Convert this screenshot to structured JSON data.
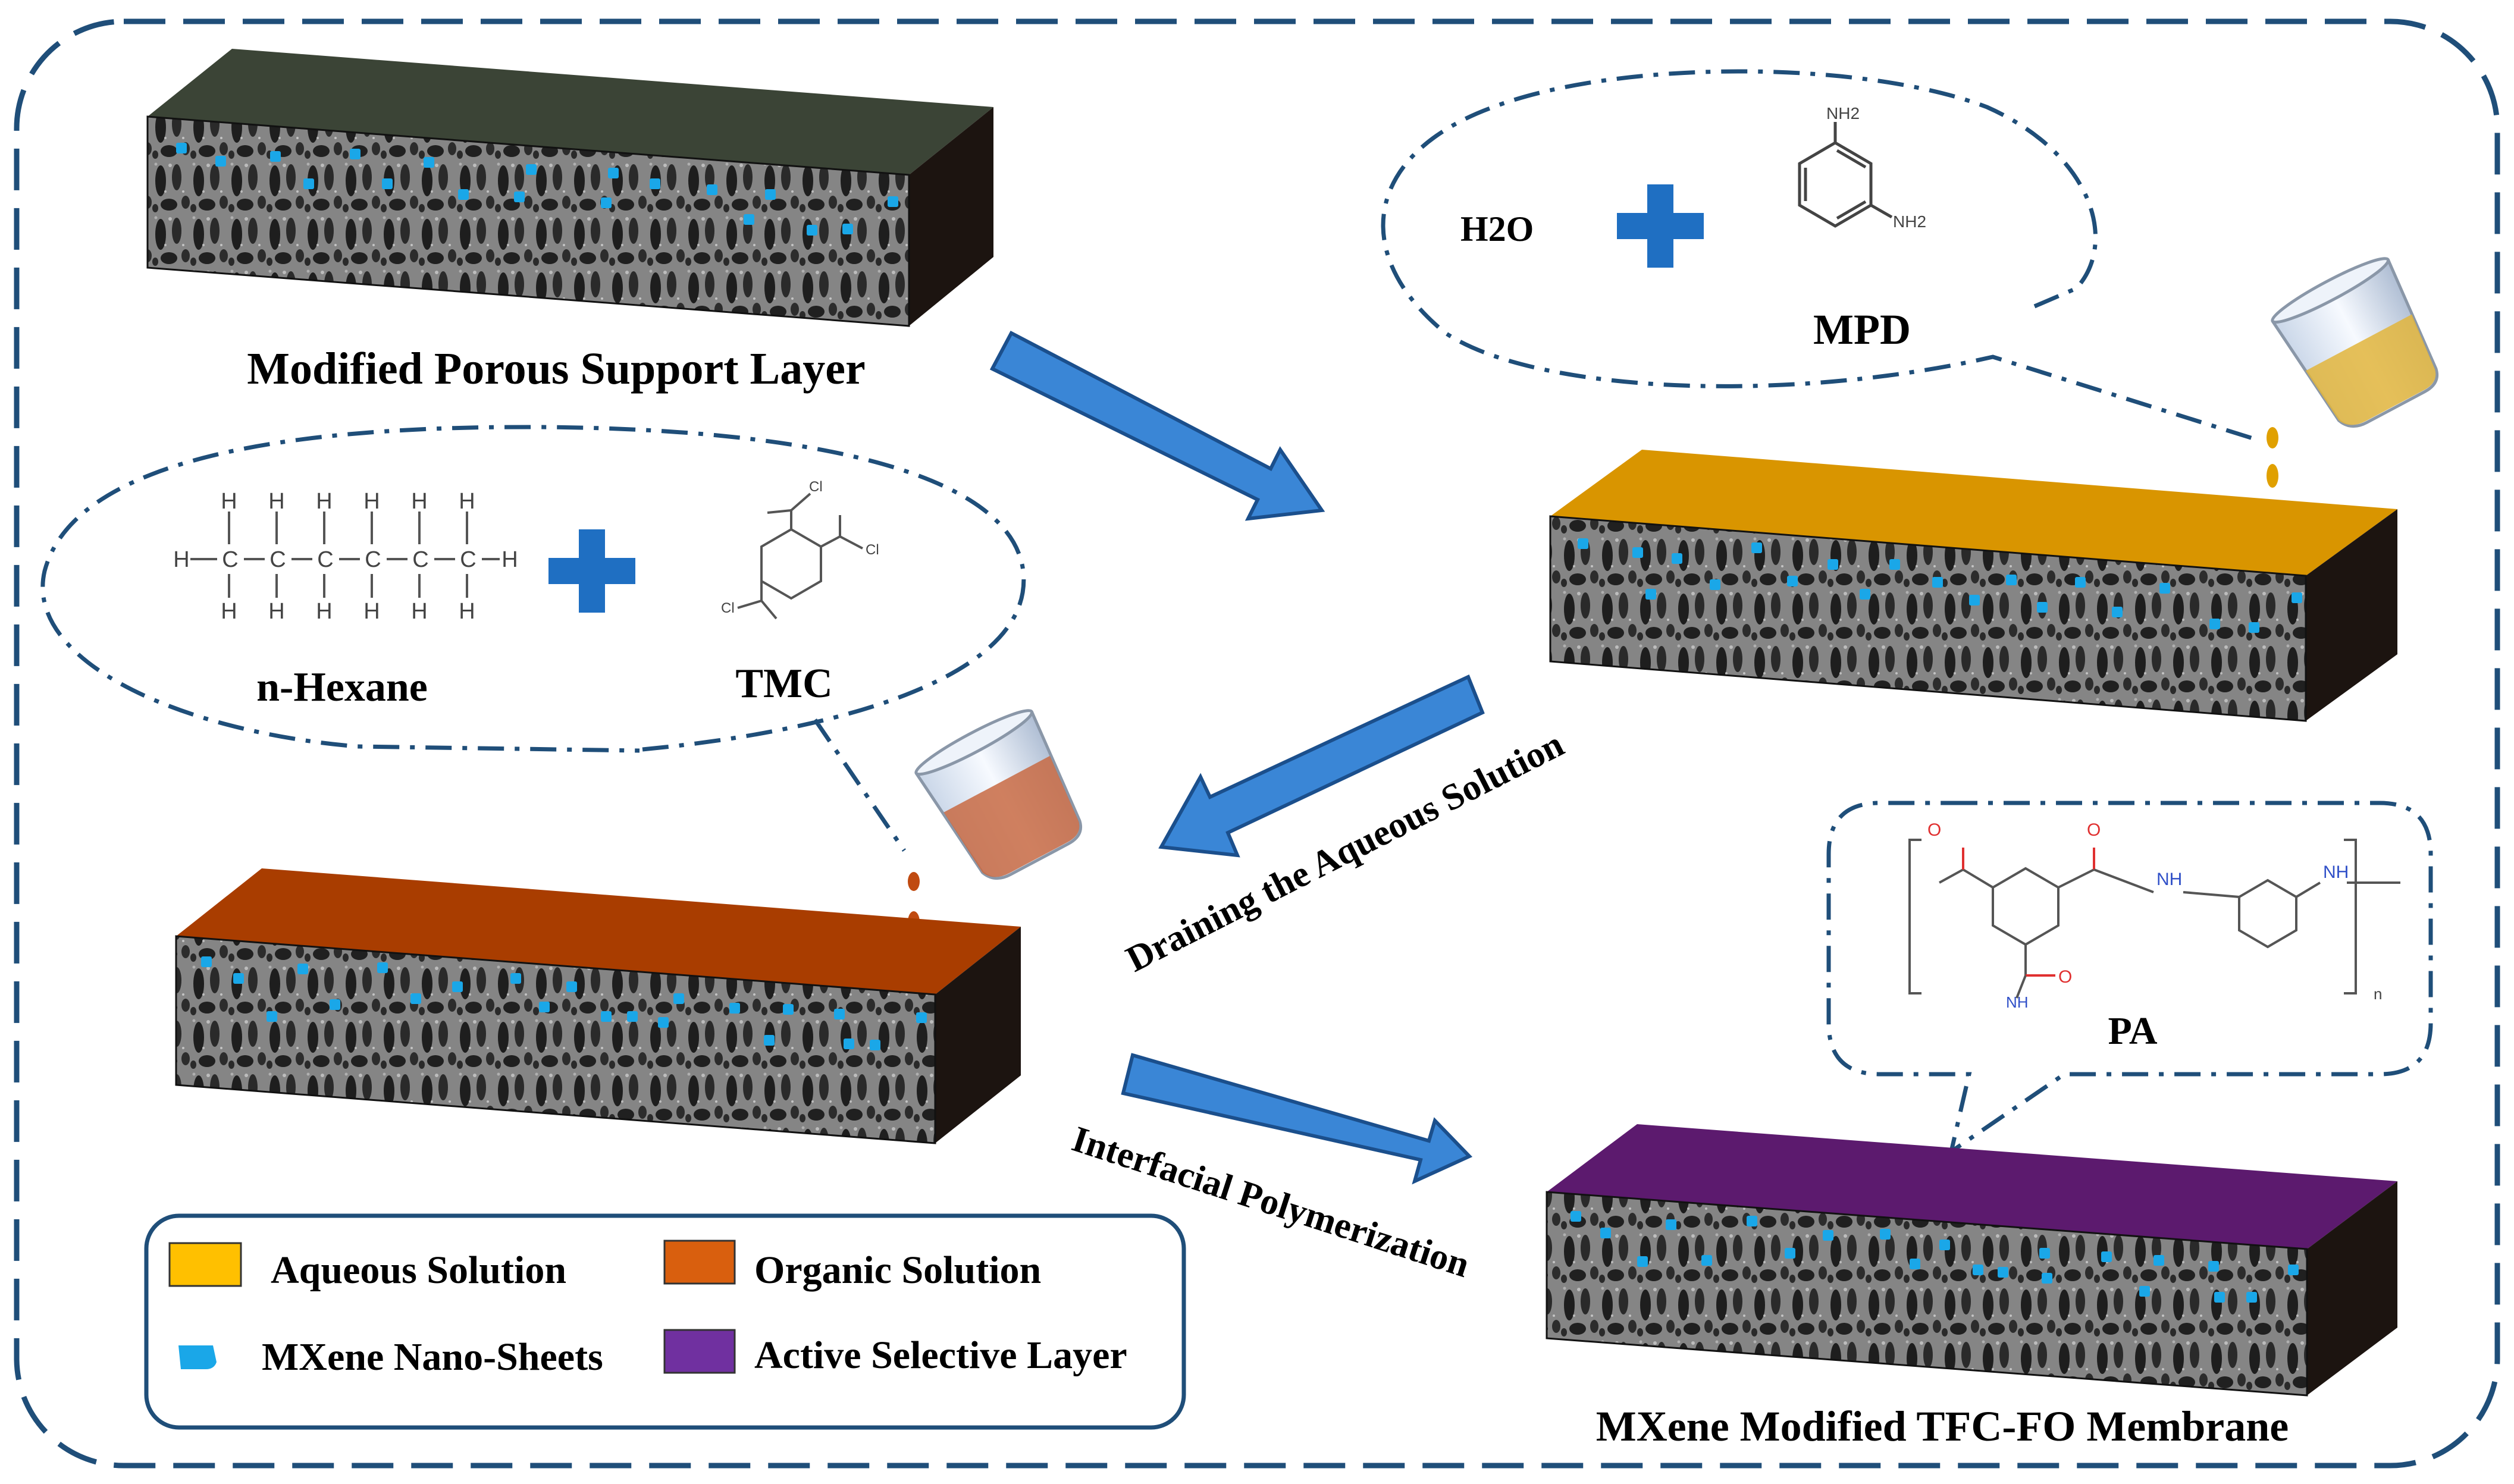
{
  "labels": {
    "support_layer": "Modified Porous Support Layer",
    "water": "H2O",
    "mpd": "MPD",
    "hexane": "n-Hexane",
    "tmc": "TMC",
    "draining": "Draining  the Aqueous Solution",
    "interfacial": "Interfacial  Polymerization",
    "pa": "PA",
    "final": "MXene Modified TFC-FO Membrane",
    "nh2": "NH2",
    "cl": "Cl",
    "o": "O",
    "nh": "NH",
    "n": "n",
    "h": "H",
    "c": "C"
  },
  "legend": {
    "aqueous": "Aqueous  Solution",
    "organic": "Organic  Solution",
    "mxene": "MXene Nano-Sheets",
    "active": "Active Selective Layer"
  },
  "colors": {
    "frame": "#1f4e79",
    "arrow": "#3a86d6",
    "arrow_dark": "#1b4f8c",
    "plus": "#1f6fc2",
    "sheet": "#1aa7e8",
    "aqueous": "#d99500",
    "aqueous_legend": "#ffc000",
    "organic": "#a93d00",
    "organic_legend": "#d95f0e",
    "active": "#5c1a6e",
    "active_legend": "#7030a0",
    "support_top": "#3b4436",
    "side": "#1c1410",
    "oxygen": "#e03030",
    "nitrogen": "#3050c8"
  }
}
